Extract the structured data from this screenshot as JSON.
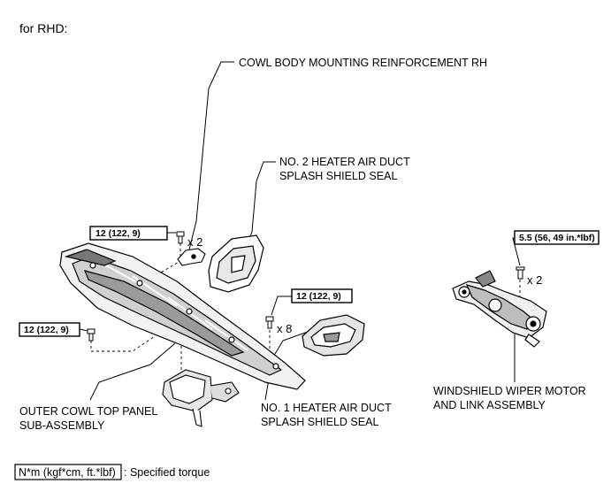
{
  "heading": "for RHD:",
  "labels": {
    "cowl_reinf": "COWL BODY MOUNTING REINFORCEMENT RH",
    "no2_seal_1": "NO. 2 HEATER AIR DUCT",
    "no2_seal_2": "SPLASH SHIELD SEAL",
    "no1_seal_1": "NO. 1 HEATER AIR DUCT",
    "no1_seal_2": "SPLASH SHIELD SEAL",
    "outer_cowl_1": "OUTER COWL TOP PANEL",
    "outer_cowl_2": "SUB-ASSEMBLY",
    "wiper_1": "WINDSHIELD WIPER MOTOR",
    "wiper_2": "AND LINK ASSEMBLY"
  },
  "torques": {
    "cowl_bolt": "12 (122, 9)",
    "panel_left_bolt": "12 (122, 9)",
    "panel_right_bolt": "12 (122, 9)",
    "wiper_bolt": "5.5 (56, 49 in.*lbf)"
  },
  "counts": {
    "cowl_bolt": "x 2",
    "panel_right_bolt": "x 8",
    "wiper_bolt": "x 2"
  },
  "legend": {
    "box": "N*m (kgf*cm, ft.*lbf)",
    "text": ": Specified torque"
  }
}
